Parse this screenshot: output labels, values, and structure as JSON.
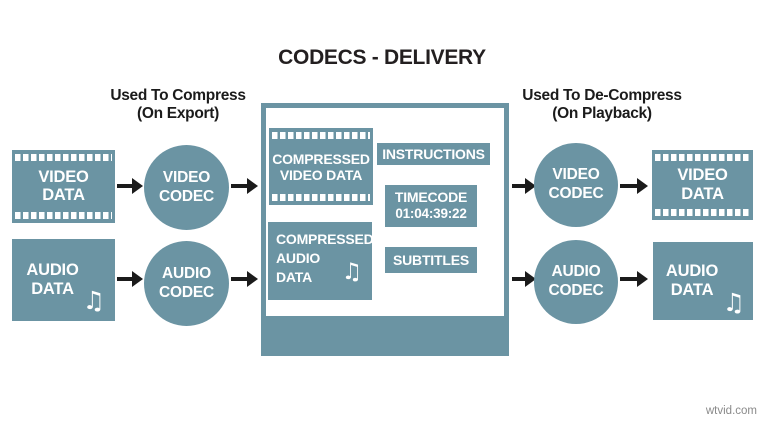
{
  "title": "CODECS - DELIVERY",
  "watermark": "wtvid.com",
  "labels": {
    "compress_line1": "Used To Compress",
    "compress_line2": "(On Export)",
    "decompress_line1": "Used To De-Compress",
    "decompress_line2": "(On Playback)"
  },
  "icons": {
    "music_note": "♫"
  },
  "export_side": {
    "video_data": {
      "line1": "VIDEO",
      "line2": "DATA"
    },
    "audio_data": {
      "line1": "AUDIO",
      "line2": "DATA"
    },
    "video_codec": {
      "line1": "VIDEO",
      "line2": "CODEC"
    },
    "audio_codec": {
      "line1": "AUDIO",
      "line2": "CODEC"
    }
  },
  "package": {
    "compressed_video": {
      "line1": "COMPRESSED",
      "line2": "VIDEO DATA"
    },
    "instructions": "INSTRUCTIONS",
    "timecode": {
      "label": "TIMECODE",
      "value": "01:04:39:22"
    },
    "compressed_audio": {
      "line1": "COMPRESSED",
      "line2": "AUDIO",
      "line3": "DATA"
    },
    "subtitles": "SUBTITLES"
  },
  "playback_side": {
    "video_codec": {
      "line1": "VIDEO",
      "line2": "CODEC"
    },
    "audio_codec": {
      "line1": "AUDIO",
      "line2": "CODEC"
    },
    "video_data": {
      "line1": "VIDEO",
      "line2": "DATA"
    },
    "audio_data": {
      "line1": "AUDIO",
      "line2": "DATA"
    }
  },
  "colors": {
    "accent": "#6b94a3",
    "arrow_black": "#1b1b1b",
    "watermark_gray": "#8a8a8a"
  }
}
